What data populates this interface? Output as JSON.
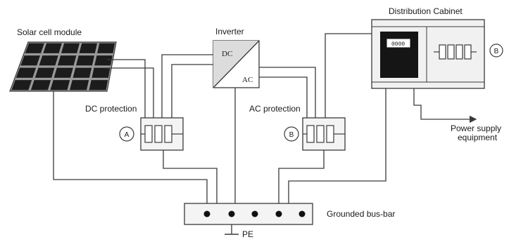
{
  "labels": {
    "solar_module": "Solar cell module",
    "inverter": "Inverter",
    "inverter_dc": "DC",
    "inverter_ac": "AC",
    "dc_protection": "DC protection",
    "ac_protection": "AC protection",
    "distribution_cabinet": "Distribution Cabinet",
    "power_supply_line1": "Power supply",
    "power_supply_line2": "equipment",
    "bus_bar": "Grounded bus-bar",
    "pe": "PE",
    "meter_display": "0000"
  },
  "markers": {
    "dc_marker": "A",
    "ac_marker": "B",
    "cabinet_marker": "B"
  },
  "colors": {
    "line": "#3a3a3a",
    "panel_cell": "#1c1c1c",
    "inverter_fill": "#dcdcdc",
    "meter_body": "#151515",
    "cabinet_fill": "#f1f1f1"
  }
}
